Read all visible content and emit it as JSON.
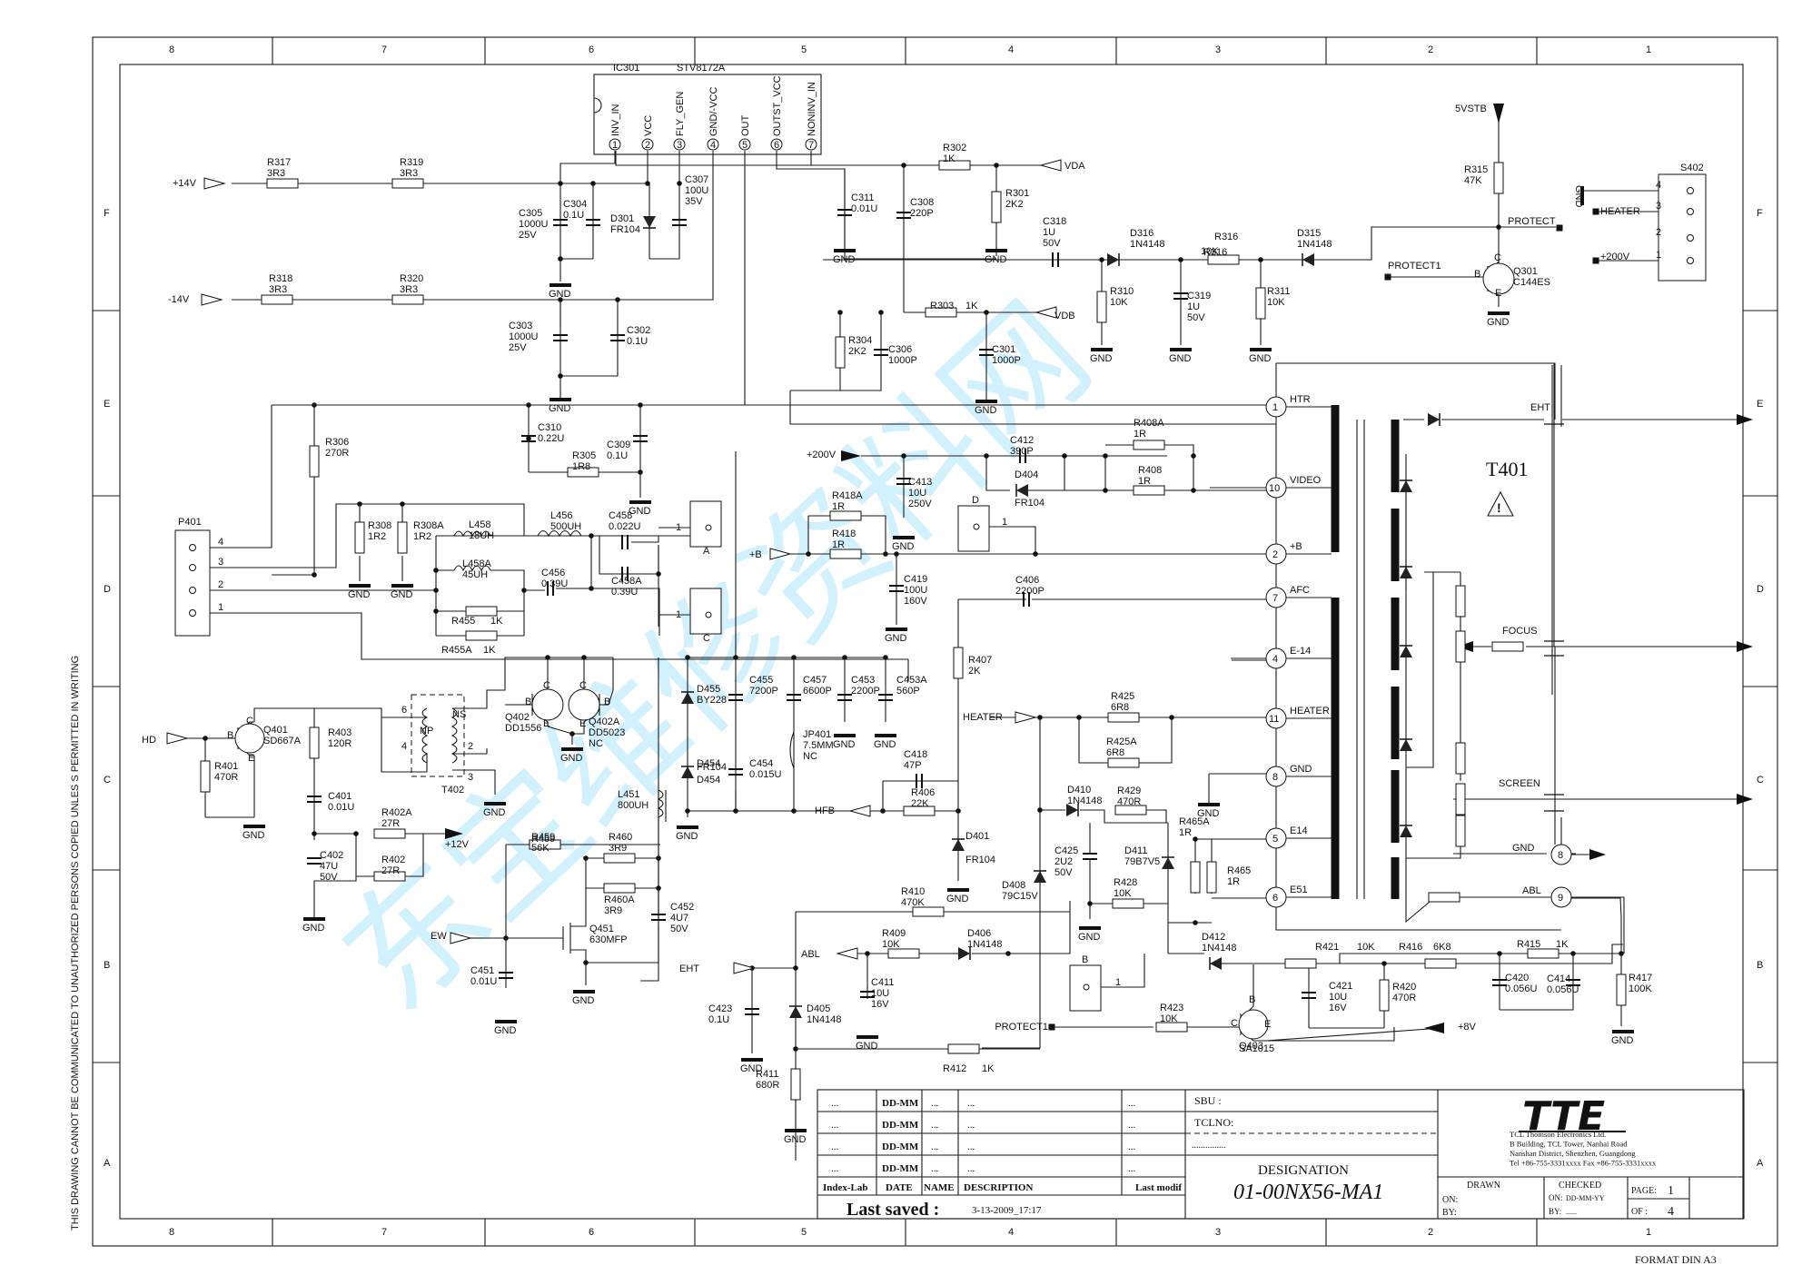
{
  "frame": {
    "col_numbers_top": [
      "8",
      "7",
      "6",
      "5",
      "4",
      "3",
      "2",
      "1"
    ],
    "col_numbers_bottom": [
      "8",
      "7",
      "6",
      "5",
      "4",
      "3",
      "2",
      "1"
    ],
    "row_letters": [
      "F",
      "E",
      "D",
      "C",
      "B",
      "A"
    ],
    "side_text": "THIS DRAWING CANNOT BE COMMUNICATED TO UNAUTHORIZED PERSONS COPIED UNLES S PERMITTED IN WRITING",
    "format_text": "FORMAT DIN A3"
  },
  "watermark": "东宝维修资料网",
  "ic": {
    "ref": "IC301",
    "part": "STV8172A",
    "pins": [
      {
        "num": "1",
        "name": "INV_IN"
      },
      {
        "num": "2",
        "name": "VCC"
      },
      {
        "num": "3",
        "name": "FLY_GEN"
      },
      {
        "num": "4",
        "name": "GND/-VCC"
      },
      {
        "num": "5",
        "name": "OUT"
      },
      {
        "num": "6",
        "name": "OUTST_VCC"
      },
      {
        "num": "7",
        "name": "NONINV_IN"
      }
    ]
  },
  "nets": [
    {
      "key": "p14v",
      "text": "+14V"
    },
    {
      "key": "m14v",
      "text": "-14V"
    },
    {
      "key": "vda",
      "text": "VDA"
    },
    {
      "key": "vdb",
      "text": "VDB"
    },
    {
      "key": "v5stb",
      "text": "5VSTB"
    },
    {
      "key": "protect",
      "text": "PROTECT"
    },
    {
      "key": "protect1",
      "text": "PROTECT1"
    },
    {
      "key": "heater_s",
      "text": "HEATER"
    },
    {
      "key": "v200_s",
      "text": "+200V"
    },
    {
      "key": "v200",
      "text": "+200V"
    },
    {
      "key": "pb",
      "text": "+B"
    },
    {
      "key": "hd",
      "text": "HD"
    },
    {
      "key": "v12",
      "text": "+12V"
    },
    {
      "key": "ew",
      "text": "EW"
    },
    {
      "key": "eht_in",
      "text": "EHT"
    },
    {
      "key": "abl",
      "text": "ABL"
    },
    {
      "key": "heater_m",
      "text": "HEATER"
    },
    {
      "key": "hfb",
      "text": "HFB"
    },
    {
      "key": "v8",
      "text": "+8V"
    },
    {
      "key": "protect1b",
      "text": "PROTECT1"
    }
  ],
  "parts": [
    {
      "ref": "R317",
      "val": "3R3"
    },
    {
      "ref": "R319",
      "val": "3R3"
    },
    {
      "ref": "R318",
      "val": "3R3"
    },
    {
      "ref": "R320",
      "val": "3R3"
    },
    {
      "ref": "C305",
      "val": "1000U\n25V"
    },
    {
      "ref": "C304",
      "val": "0.1U"
    },
    {
      "ref": "D301",
      "val": "FR104"
    },
    {
      "ref": "C307",
      "val": "100U\n35V"
    },
    {
      "ref": "C303",
      "val": "1000U\n25V"
    },
    {
      "ref": "C302",
      "val": "0.1U"
    },
    {
      "ref": "C311",
      "val": "0.01U"
    },
    {
      "ref": "C308",
      "val": "220P"
    },
    {
      "ref": "R302",
      "val": "1K"
    },
    {
      "ref": "R301",
      "val": "2K2"
    },
    {
      "ref": "C318",
      "val": "1U\n50V"
    },
    {
      "ref": "D316",
      "val": "1N4148"
    },
    {
      "ref": "R316",
      "val": "10K"
    },
    {
      "ref": "D315",
      "val": "1N4148"
    },
    {
      "ref": "R315",
      "val": "47K"
    },
    {
      "ref": "Q301",
      "val": "C144ES"
    },
    {
      "ref": "R310",
      "val": "10K"
    },
    {
      "ref": "C319",
      "val": "1U\n50V"
    },
    {
      "ref": "R311",
      "val": "10K"
    },
    {
      "ref": "R303",
      "val": "1K"
    },
    {
      "ref": "R304",
      "val": "2K2"
    },
    {
      "ref": "C306",
      "val": "1000P"
    },
    {
      "ref": "C301",
      "val": "1000P"
    },
    {
      "ref": "R306",
      "val": "270R"
    },
    {
      "ref": "C310",
      "val": "0.22U"
    },
    {
      "ref": "R305",
      "val": "1R8"
    },
    {
      "ref": "C309",
      "val": "0.1U"
    },
    {
      "ref": "R308",
      "val": "1R2"
    },
    {
      "ref": "R308A",
      "val": "1R2"
    },
    {
      "ref": "L458",
      "val": "18UH"
    },
    {
      "ref": "L458A",
      "val": "45UH"
    },
    {
      "ref": "L456",
      "val": "500UH"
    },
    {
      "ref": "C458",
      "val": "0.022U"
    },
    {
      "ref": "C456",
      "val": "0.39U"
    },
    {
      "ref": "C458A",
      "val": "0.39U"
    },
    {
      "ref": "R455",
      "val": "1K"
    },
    {
      "ref": "R455A",
      "val": "1K"
    },
    {
      "ref": "C412",
      "val": "390P"
    },
    {
      "ref": "D404",
      "val": "FR104"
    },
    {
      "ref": "R408A",
      "val": "1R"
    },
    {
      "ref": "R408",
      "val": "1R"
    },
    {
      "ref": "C413",
      "val": "10U\n250V"
    },
    {
      "ref": "R418A",
      "val": "1R"
    },
    {
      "ref": "R418",
      "val": "1R"
    },
    {
      "ref": "C419",
      "val": "100U\n160V"
    },
    {
      "ref": "C406",
      "val": "2200P"
    },
    {
      "ref": "R407",
      "val": "2K"
    },
    {
      "ref": "Q401",
      "val": "SD667A"
    },
    {
      "ref": "R401",
      "val": "470R"
    },
    {
      "ref": "R403",
      "val": "120R"
    },
    {
      "ref": "C401",
      "val": "0.01U"
    },
    {
      "ref": "C402",
      "val": "47U\n50V"
    },
    {
      "ref": "R402A",
      "val": "27R"
    },
    {
      "ref": "R402",
      "val": "27R"
    },
    {
      "ref": "T402",
      "val": ""
    },
    {
      "ref": "Q402",
      "val": "DD1556"
    },
    {
      "ref": "Q402A",
      "val": "DD5023\nNC"
    },
    {
      "ref": "D455",
      "val": "BY228"
    },
    {
      "ref": "C455",
      "val": "7200P"
    },
    {
      "ref": "C457",
      "val": "6600P"
    },
    {
      "ref": "C453",
      "val": "2200P"
    },
    {
      "ref": "C453A",
      "val": "560P"
    },
    {
      "ref": "D454",
      "val": "FR104"
    },
    {
      "ref": "C454",
      "val": "0.015U"
    },
    {
      "ref": "JP401",
      "val": "7.5MM\nNC"
    },
    {
      "ref": "L451",
      "val": "800UH"
    },
    {
      "ref": "C418",
      "val": "47P"
    },
    {
      "ref": "R406",
      "val": "22K"
    },
    {
      "ref": "D401",
      "val": "FR104"
    },
    {
      "ref": "R425",
      "val": "6R8"
    },
    {
      "ref": "R425A",
      "val": "6R8"
    },
    {
      "ref": "D410",
      "val": "1N4148"
    },
    {
      "ref": "R429",
      "val": "470R"
    },
    {
      "ref": "R465A",
      "val": "1R"
    },
    {
      "ref": "C425",
      "val": "2U2\n50V"
    },
    {
      "ref": "D411",
      "val": "79B7V5"
    },
    {
      "ref": "R465",
      "val": "1R"
    },
    {
      "ref": "D408",
      "val": "79C15V"
    },
    {
      "ref": "R428",
      "val": "10K"
    },
    {
      "ref": "R459",
      "val": "56K"
    },
    {
      "ref": "R460",
      "val": "3R9"
    },
    {
      "ref": "R460A",
      "val": "3R9"
    },
    {
      "ref": "C452",
      "val": "4U7\n50V"
    },
    {
      "ref": "Q451",
      "val": "630MFP"
    },
    {
      "ref": "C451",
      "val": "0.01U"
    },
    {
      "ref": "R410",
      "val": "470K"
    },
    {
      "ref": "R409",
      "val": "10K"
    },
    {
      "ref": "D406",
      "val": "1N4148"
    },
    {
      "ref": "D412",
      "val": "1N4148"
    },
    {
      "ref": "C411",
      "val": "10U\n16V"
    },
    {
      "ref": "C423",
      "val": "0.1U"
    },
    {
      "ref": "D405",
      "val": "1N4148"
    },
    {
      "ref": "R411",
      "val": "680R"
    },
    {
      "ref": "R412",
      "val": "1K"
    },
    {
      "ref": "R423",
      "val": "10K"
    },
    {
      "ref": "Q403",
      "val": "SA1015"
    },
    {
      "ref": "C421",
      "val": "10U\n16V"
    },
    {
      "ref": "R420",
      "val": "470R"
    },
    {
      "ref": "R421",
      "val": "10K"
    },
    {
      "ref": "R416",
      "val": "6K8"
    },
    {
      "ref": "R415",
      "val": "1K"
    },
    {
      "ref": "C420",
      "val": "0.056U"
    },
    {
      "ref": "C414",
      "val": "0.056U"
    },
    {
      "ref": "R417",
      "val": "100K"
    }
  ],
  "connectors": {
    "p401": {
      "ref": "P401",
      "pins": [
        "4",
        "3",
        "2",
        "1"
      ]
    },
    "s402": {
      "ref": "S402",
      "pins": [
        "4",
        "3",
        "2",
        "1"
      ],
      "gnd": "GND"
    },
    "a": {
      "ref": "A",
      "pin": "1"
    },
    "c": {
      "ref": "C",
      "pin": "1"
    },
    "d": {
      "ref": "D",
      "pin": "1"
    },
    "b": {
      "ref": "B",
      "pin": "1"
    }
  },
  "fbt": {
    "ref": "T401",
    "pins": [
      {
        "num": "1",
        "name": "HTR"
      },
      {
        "num": "10",
        "name": "VIDEO"
      },
      {
        "num": "2",
        "name": "+B"
      },
      {
        "num": "7",
        "name": "AFC"
      },
      {
        "num": "4",
        "name": "E-14"
      },
      {
        "num": "11",
        "name": "HEATER"
      },
      {
        "num": "8",
        "name": "GND"
      },
      {
        "num": "5",
        "name": "E14"
      },
      {
        "num": "6",
        "name": "E51"
      }
    ],
    "out": {
      "eht": "EHT",
      "focus": "FOCUS",
      "screen": "SCREEN",
      "gnd": "GND",
      "gnd_pin": "8",
      "abl": "ABL",
      "abl_pin": "9"
    }
  },
  "gnd_label": "GND",
  "xfmr_labels": {
    "np": "NP",
    "ns": "NS"
  },
  "title_block": {
    "rows": [
      {
        "a": "...",
        "b": "DD-MM",
        "c": "...",
        "d": "...",
        "e": "..."
      },
      {
        "a": "...",
        "b": "DD-MM",
        "c": "...",
        "d": "...",
        "e": "..."
      },
      {
        "a": "...",
        "b": "DD-MM",
        "c": "...",
        "d": "...",
        "e": "..."
      },
      {
        "a": "...",
        "b": "DD-MM",
        "c": "...",
        "d": "...",
        "e": "..."
      }
    ],
    "header": {
      "a": "Index-Lab",
      "b": "DATE",
      "c": "NAME",
      "d": "DESCRIPTION",
      "e": "Last modif"
    },
    "last_saved_label": "Last saved :",
    "last_saved_value": "3-13-2009_17:17",
    "sbu": "SBU :",
    "tclno": "TCLNO:",
    "dots": "...............",
    "designation_label": "DESIGNATION",
    "designation": "01-00NX56-MA1",
    "logo": "TTE",
    "company": [
      "TCL Thomson Electronics Ltd.",
      "B Building, TCL Tower, Nanhai Road",
      "Nanshan District, Shenzhen, Guangdong",
      "Tel +86-755-3331xxxx    Fax +86-755-3331xxxx"
    ],
    "drawn": "DRAWN",
    "checked": "CHECKED",
    "on": "ON:",
    "by": "BY:",
    "checked_on": "DD-MM-YY",
    "checked_by": "......",
    "page_label": "PAGE:",
    "page": "1",
    "of_label": "OF :",
    "of": "4"
  }
}
